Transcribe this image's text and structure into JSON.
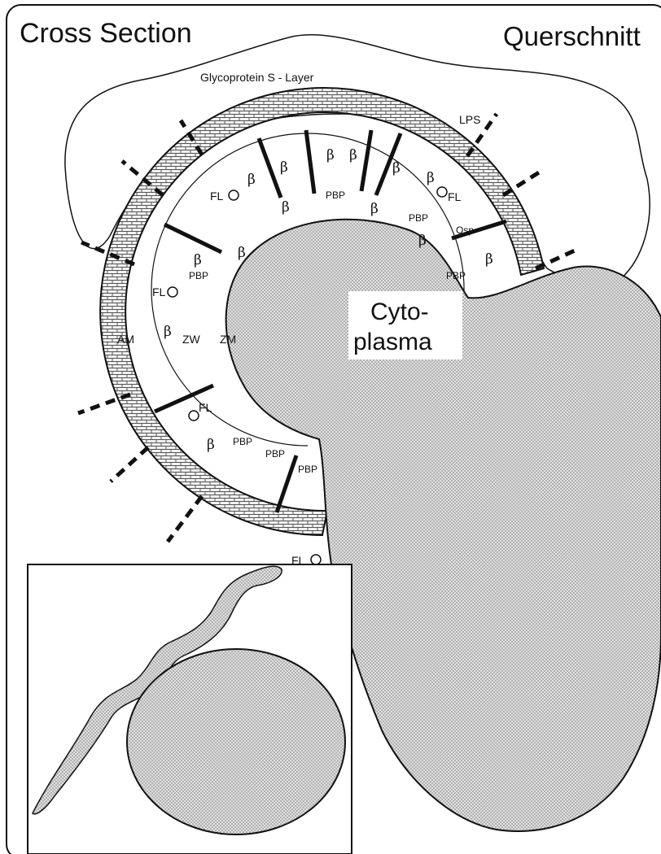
{
  "titles": {
    "left": "Cross Section",
    "right": "Querschnitt"
  },
  "layer_label": "Glycoprotein S - Layer",
  "cytoplasm_label": [
    "Cyto-",
    "plasma"
  ],
  "labels": {
    "lps": "LPS",
    "osp": "Osp",
    "am": "AM",
    "zw": "ZW",
    "zm": "ZM",
    "pbp": "PBP",
    "fl": "FL",
    "beta": "β"
  },
  "colors": {
    "outline": "#111111",
    "fill_stipple": "#cfcfcf",
    "background": "#ffffff"
  }
}
